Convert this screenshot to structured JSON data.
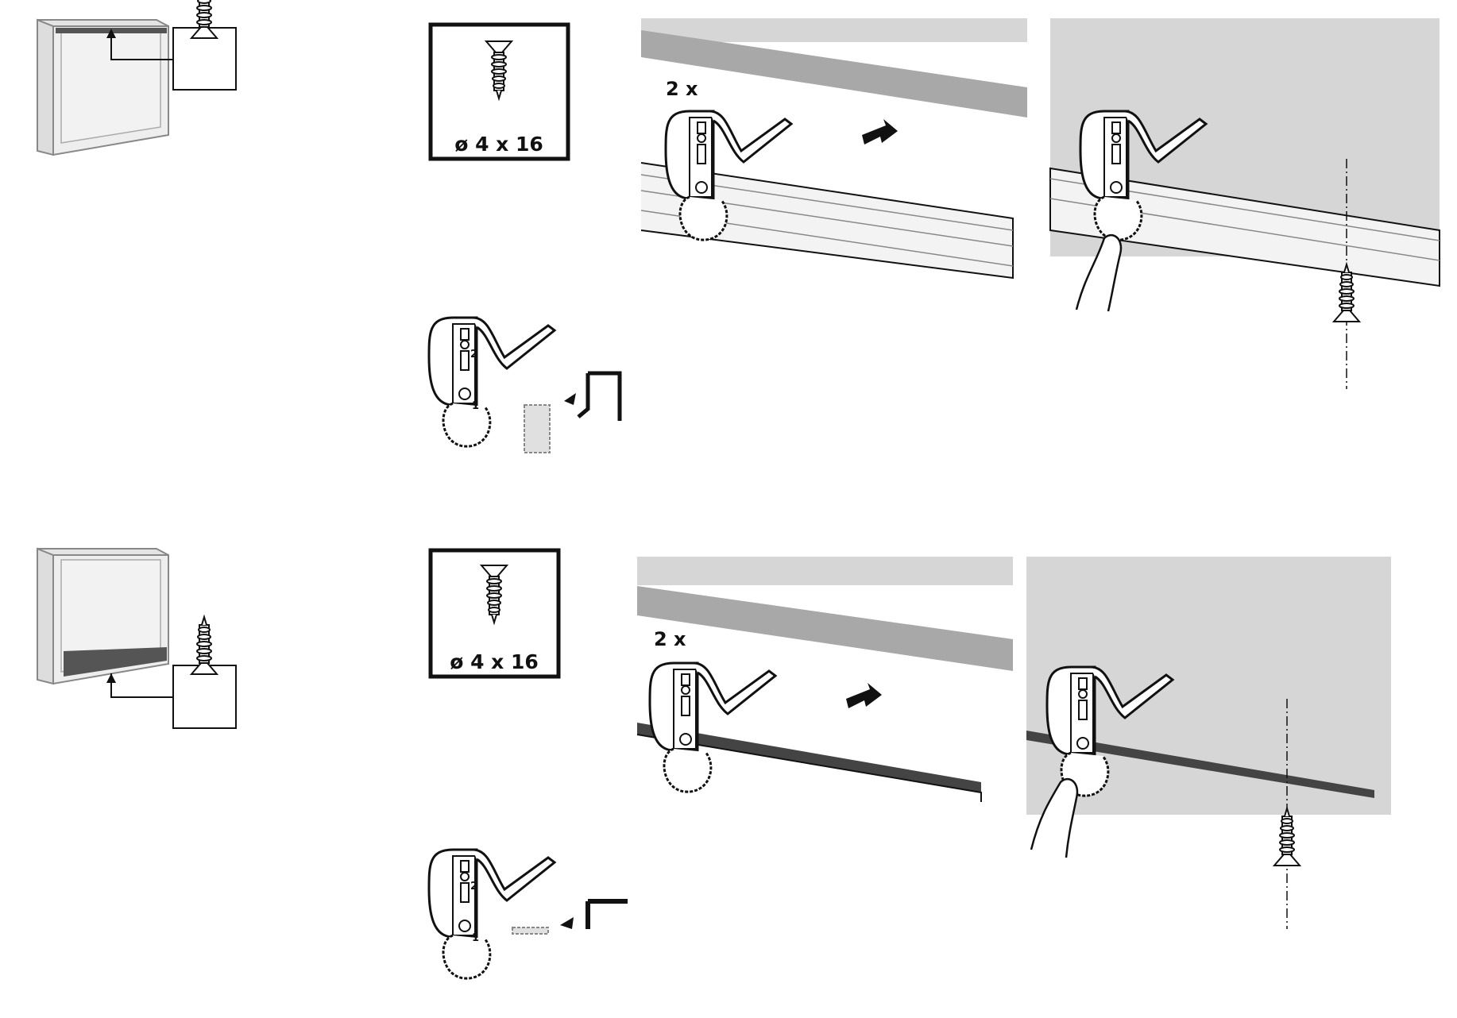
{
  "steps": [
    {
      "screw_label": "ø 4 x 16",
      "quantity_label": "2 x",
      "clip_marks": [
        "1",
        "2"
      ],
      "position": "top"
    },
    {
      "screw_label": "ø 4 x 16",
      "quantity_label": "2 x",
      "clip_marks": [
        "1",
        "2"
      ],
      "position": "bottom"
    }
  ],
  "colors": {
    "line": "#111111",
    "panel": "#d6d6d6",
    "panel_edge": "#a8a8a8",
    "cabinet": "#e8e8e8"
  }
}
